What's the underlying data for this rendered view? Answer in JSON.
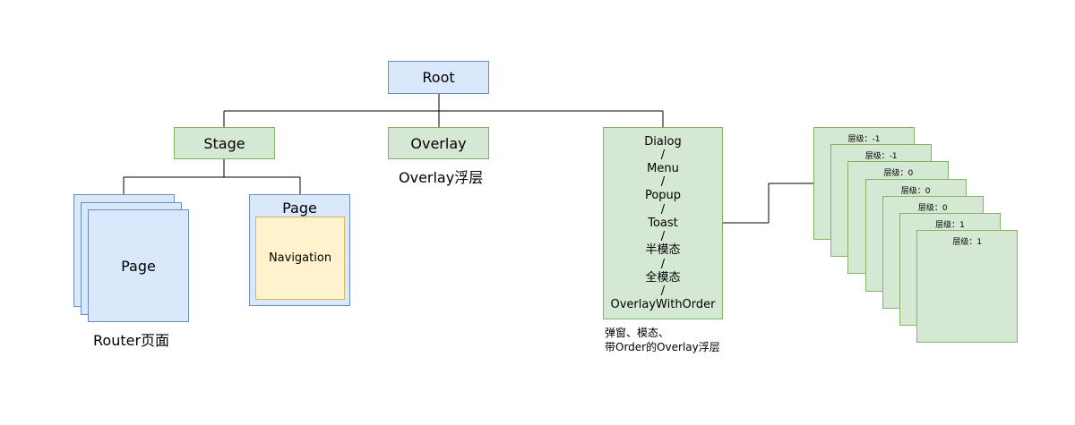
{
  "root": {
    "label": "Root"
  },
  "stage": {
    "label": "Stage"
  },
  "overlay": {
    "label": "Overlay",
    "caption": "Overlay浮层"
  },
  "router_pages": {
    "label": "Page",
    "caption": "Router页面"
  },
  "nav_page": {
    "label": "Page",
    "navigation": "Navigation"
  },
  "dialog_box": {
    "items": [
      "Dialog",
      "/",
      "Menu",
      "/",
      "Popup",
      "/",
      "Toast",
      "/",
      "半模态",
      "/",
      "全模态",
      "/",
      "OverlayWithOrder"
    ],
    "caption_line1": "弹窗、模态、",
    "caption_line2": "带Order的Overlay浮层"
  },
  "layers": [
    "层级：-1",
    "层级：-1",
    "层级：0",
    "层级：0",
    "层级：0",
    "层级：1",
    "层级：1"
  ],
  "colors": {
    "blue_fill": "#dae8fc",
    "blue_stroke": "#6c8ebf",
    "green_fill": "#d5e8d4",
    "green_stroke": "#82b366",
    "yellow_fill": "#fff2cc",
    "yellow_stroke": "#d6b656"
  }
}
